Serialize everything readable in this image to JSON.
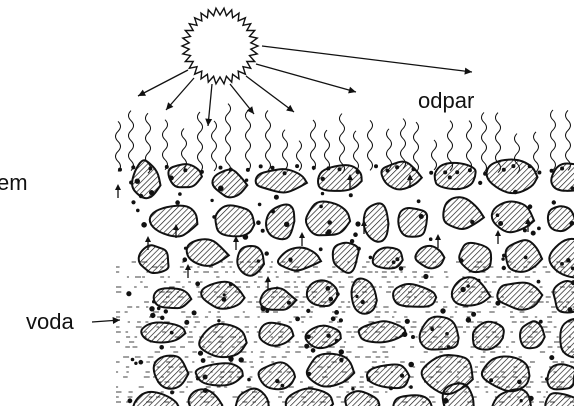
{
  "labels": {
    "evaporation": "odpar",
    "water": "voda",
    "left_cut": "em"
  },
  "colors": {
    "ink": "#111111",
    "background": "#ffffff"
  }
}
